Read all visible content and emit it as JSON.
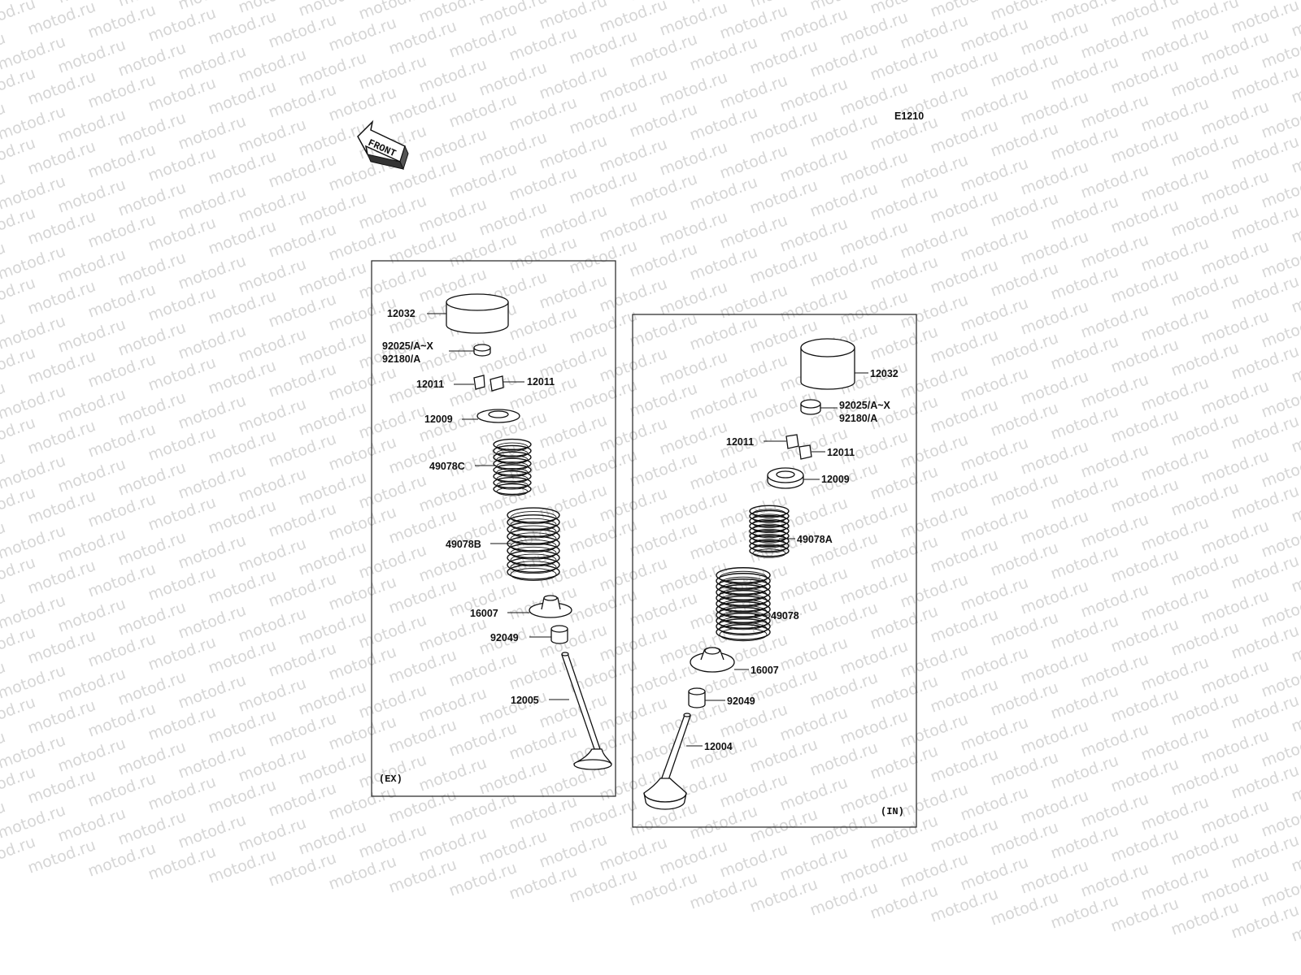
{
  "diagram": {
    "code": "E1210",
    "front_label": "FRONT",
    "watermark": "motod.ru",
    "panels": {
      "ex": {
        "tag": "(EX)",
        "labels": {
          "tappet": "12032",
          "shim_1": "92025/A~X",
          "shim_2": "92180/A",
          "cotter_left": "12011",
          "cotter_right": "12011",
          "retainer": "12009",
          "spring_inner": "49078C",
          "spring_outer": "49078B",
          "seat": "16007",
          "seal": "92049",
          "valve": "12005"
        }
      },
      "in": {
        "tag": "(IN)",
        "labels": {
          "tappet": "12032",
          "shim_1": "92025/A~X",
          "shim_2": "92180/A",
          "cotter_left": "12011",
          "cotter_right": "12011",
          "retainer": "12009",
          "spring_inner": "49078A",
          "spring_outer": "49078",
          "seat": "16007",
          "seal": "92049",
          "valve": "12004"
        }
      }
    }
  }
}
